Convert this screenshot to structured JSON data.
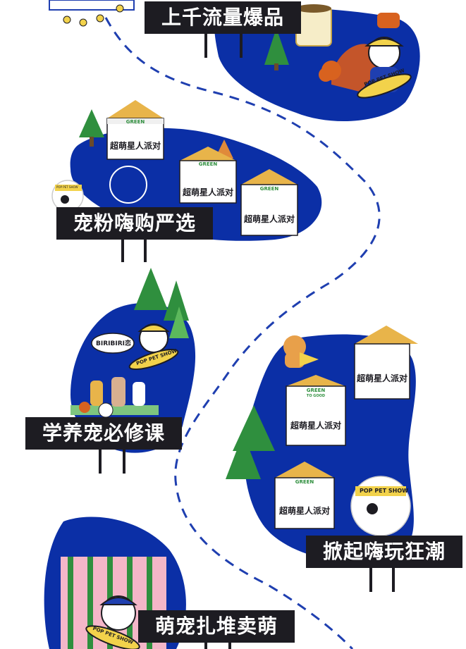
{
  "zones": [
    {
      "id": "zone-1",
      "label": "上千流量爆品"
    },
    {
      "id": "zone-2",
      "label": "宠粉嗨购严选"
    },
    {
      "id": "zone-3",
      "label": "学养宠必修课"
    },
    {
      "id": "zone-4",
      "label": "掀起嗨玩狂潮"
    },
    {
      "id": "zone-5",
      "label": "萌宠扎堆卖萌"
    }
  ],
  "booth": {
    "banner": "超萌星人派对",
    "roof_text": "GREEN",
    "roof_subtext": "TO GOOD"
  },
  "mascot": {
    "headband_text": "POP PET SHOW",
    "surfboard_text": "POP PET SHOW",
    "speech_bubble": "BIRIBIRI恋"
  },
  "colors": {
    "blob": "#0b2fa6",
    "sign_bg": "#1d1c22",
    "sign_text": "#ffffff",
    "path_dash": "#1f3fb0",
    "tent_roof": "#e8b44a",
    "tree": "#2f8f3e",
    "pumpkin": "#d8621f"
  }
}
